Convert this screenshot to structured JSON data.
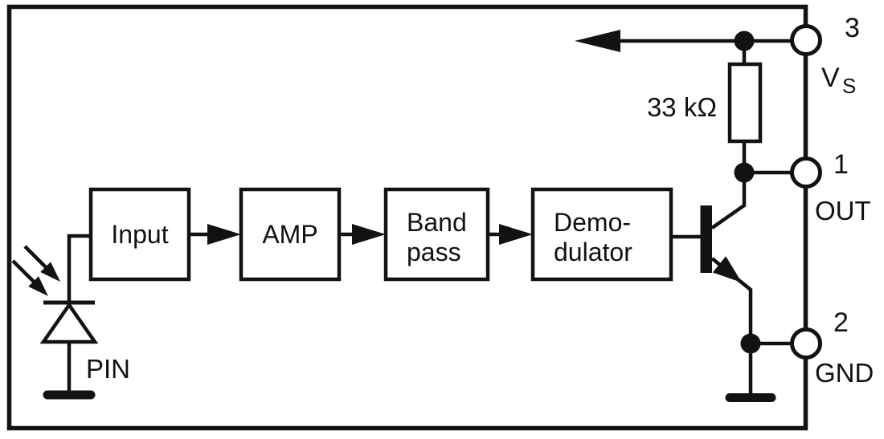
{
  "colors": {
    "ink": "#121212",
    "background": "#ffffff"
  },
  "diagram": {
    "kind": "ir-receiver-block-diagram",
    "blocks": [
      {
        "id": "input",
        "label": "Input"
      },
      {
        "id": "amp",
        "label": "AMP"
      },
      {
        "id": "bandpass",
        "line1": "Band",
        "line2": "pass"
      },
      {
        "id": "demodulator",
        "line1": "Demo-",
        "line2": "dulator"
      }
    ],
    "photodiode": {
      "label": "PIN"
    },
    "resistor": {
      "value": "33 kΩ"
    },
    "pins": [
      {
        "number": "3",
        "name": "V",
        "name_subscript": "S"
      },
      {
        "number": "1",
        "name": "OUT"
      },
      {
        "number": "2",
        "name": "GND"
      }
    ]
  }
}
